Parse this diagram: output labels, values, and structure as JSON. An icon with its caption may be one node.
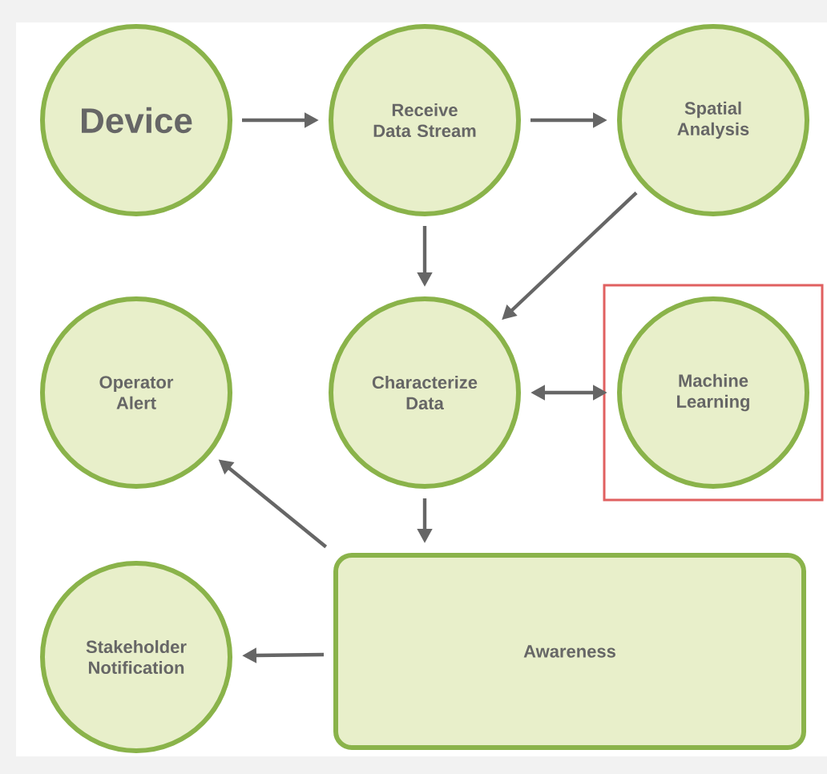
{
  "diagram": {
    "nodes": [
      {
        "text": [
          "Device"
        ]
      },
      {
        "text": [
          "Receive Data Stream"
        ]
      },
      {
        "text": [
          "Spatial Analysis"
        ]
      },
      {
        "text": [
          "Operator Alert"
        ]
      },
      {
        "text": [
          "Characterize Data"
        ]
      },
      {
        "text": [
          "Machine Learning"
        ]
      },
      {
        "text": [
          "Stakeholder Notification"
        ]
      },
      {
        "text": [
          "Awareness"
        ]
      }
    ],
    "edges": [
      {
        "from": 0,
        "to": 1,
        "arrow": "to"
      },
      {
        "from": 1,
        "to": 2,
        "arrow": "to"
      },
      {
        "from": 1,
        "to": 4,
        "arrow": "to"
      },
      {
        "from": 2,
        "to": 4,
        "arrow": "to"
      },
      {
        "from": 4,
        "to": 5,
        "arrow": "both"
      },
      {
        "from": 4,
        "to": 7,
        "arrow": "to"
      },
      {
        "from": 7,
        "to": 3,
        "arrow": "to"
      },
      {
        "from": 7,
        "to": 6,
        "arrow": "to"
      }
    ]
  }
}
